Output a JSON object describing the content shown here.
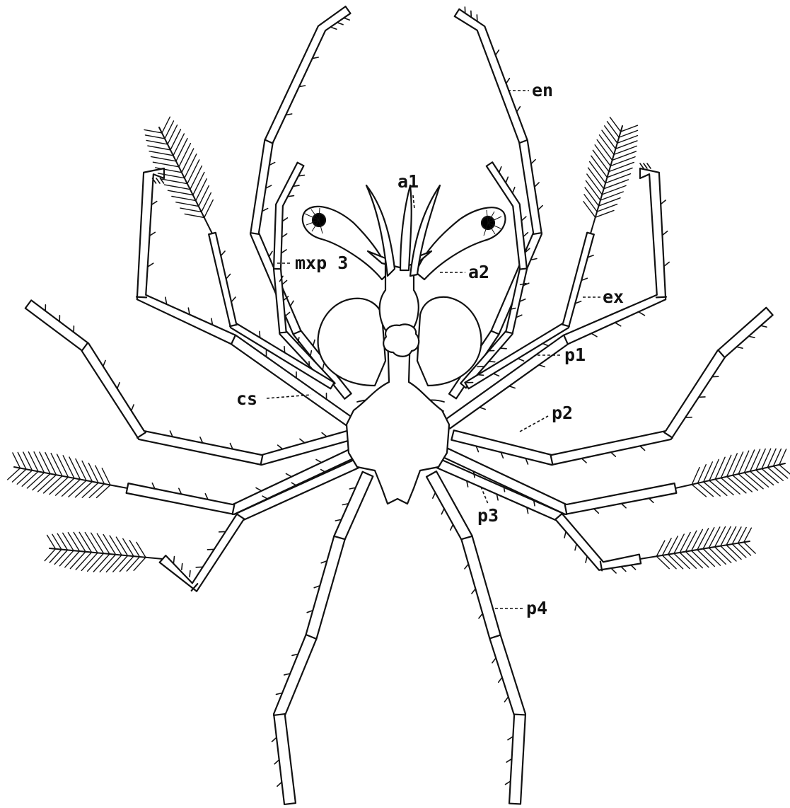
{
  "colors": {
    "ink": "#111111",
    "paper": "#ffffff",
    "eye_fill": "#000000"
  },
  "labels": {
    "en": "en",
    "a1": "a1",
    "mxp3": "mxp 3",
    "a2": "a2",
    "ex": "ex",
    "p1": "p1",
    "cs": "cs",
    "p2": "p2",
    "p3": "p3",
    "p4": "p4"
  }
}
